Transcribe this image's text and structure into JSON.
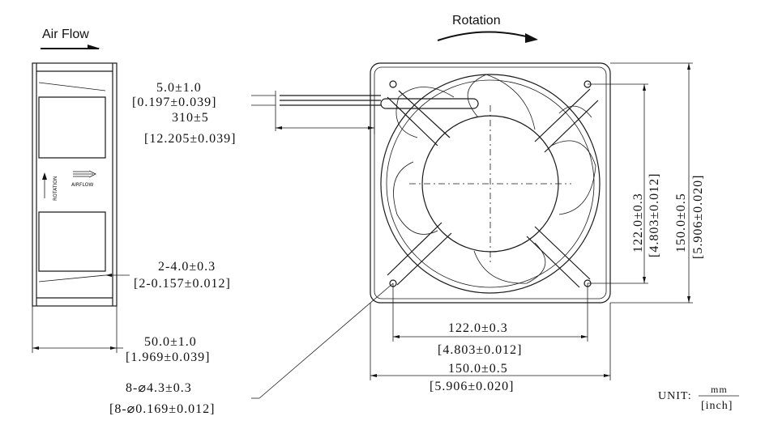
{
  "side_view": {
    "heading": "Air Flow",
    "rotation_mark": "ROTATION",
    "airflow_mark": "AIRFLOW"
  },
  "front_view": {
    "heading": "Rotation"
  },
  "dimensions": {
    "lead_offset": {
      "metric": "5.0±1.0",
      "imperial": "[0.197±0.039]"
    },
    "lead_length": {
      "metric": "310±5",
      "imperial": "[12.205±0.039]"
    },
    "rib_depth": {
      "metric": "2-4.0±0.3",
      "imperial": "[2-0.157±0.012]"
    },
    "thickness": {
      "metric": "50.0±1.0",
      "imperial": "[1.969±0.039]"
    },
    "holes": {
      "metric": "8-⌀4.3±0.3",
      "imperial": "[8-⌀0.169±0.012]"
    },
    "hole_pitch_h": {
      "metric": "122.0±0.3",
      "imperial": "[4.803±0.012]"
    },
    "frame_width": {
      "metric": "150.0±0.5",
      "imperial": "[5.906±0.020]"
    },
    "hole_pitch_v": {
      "metric": "122.0±0.3",
      "imperial": "[4.803±0.012]"
    },
    "frame_height": {
      "metric": "150.0±0.5",
      "imperial": "[5.906±0.020]"
    }
  },
  "unit_note": {
    "label": "UNIT:",
    "numerator": "mm",
    "denominator": "[inch]"
  }
}
